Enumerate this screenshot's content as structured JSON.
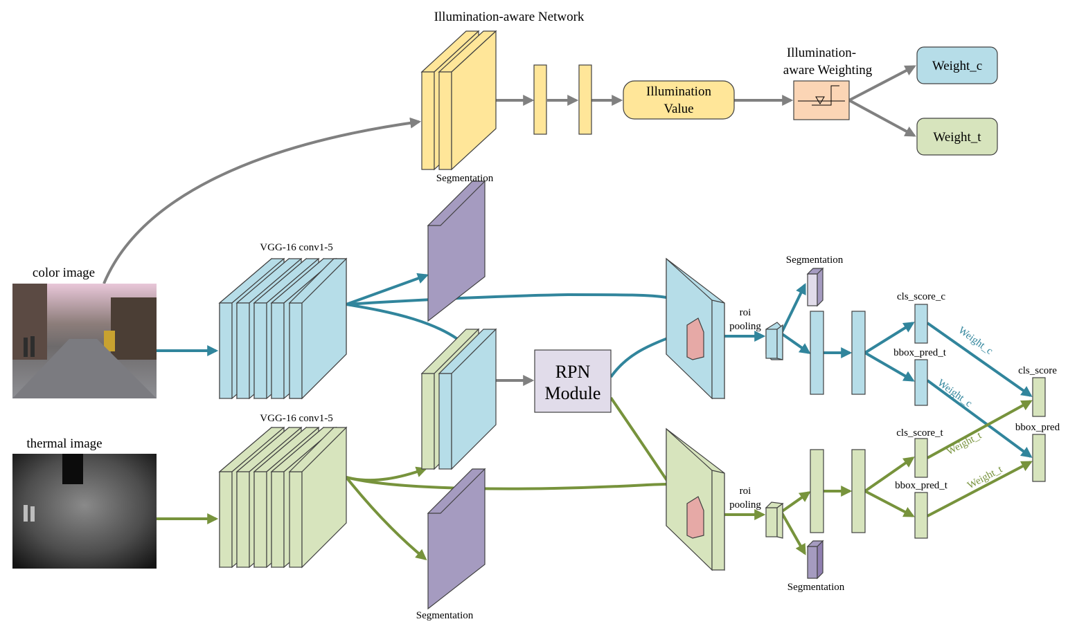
{
  "title": "Illumination-aware Network",
  "inputs": {
    "color_label": "color image",
    "thermal_label": "thermal image"
  },
  "backbone": {
    "color_label": "VGG-16 conv1-5",
    "thermal_label": "VGG-16 conv1-5"
  },
  "illumination": {
    "segmentation_label": "Segmentation",
    "value_label_line1": "Illumination",
    "value_label_line2": "Value",
    "weighting_label_line1": "Illumination-",
    "weighting_label_line2": "aware Weighting",
    "weight_c": "Weight_c",
    "weight_t": "Weight_t"
  },
  "segmentation_labels": {
    "mid_bottom": "Segmentation",
    "right_top": "Segmentation",
    "right_bottom": "Segmentation"
  },
  "rpn": {
    "line1": "RPN",
    "line2": "Module"
  },
  "roi": {
    "top_line1": "roi",
    "top_line2": "pooling",
    "bottom_line1": "roi",
    "bottom_line2": "pooling"
  },
  "heads": {
    "cls_score_c": "cls_score_c",
    "bbox_pred_c": "bbox_pred_t",
    "cls_score_t": "cls_score_t",
    "bbox_pred_t": "bbox_pred_t",
    "cls_score": "cls_score",
    "bbox_pred": "bbox_pred",
    "weight_c_1": "Weight_c",
    "weight_c_2": "Weight_c",
    "weight_t_1": "Weight_t",
    "weight_t_2": "Weight_t"
  },
  "colors": {
    "blue": "#b6dde8",
    "green": "#d7e4bd",
    "yellow": "#ffe699",
    "purple": "#a59bc0",
    "pink": "#e6a9a6",
    "gray_arrow": "#808080",
    "blue_arrow": "#31859c",
    "green_arrow": "#77933c",
    "rpn_box": "#e1dcea",
    "weighting_box": "#fbd5b5"
  }
}
